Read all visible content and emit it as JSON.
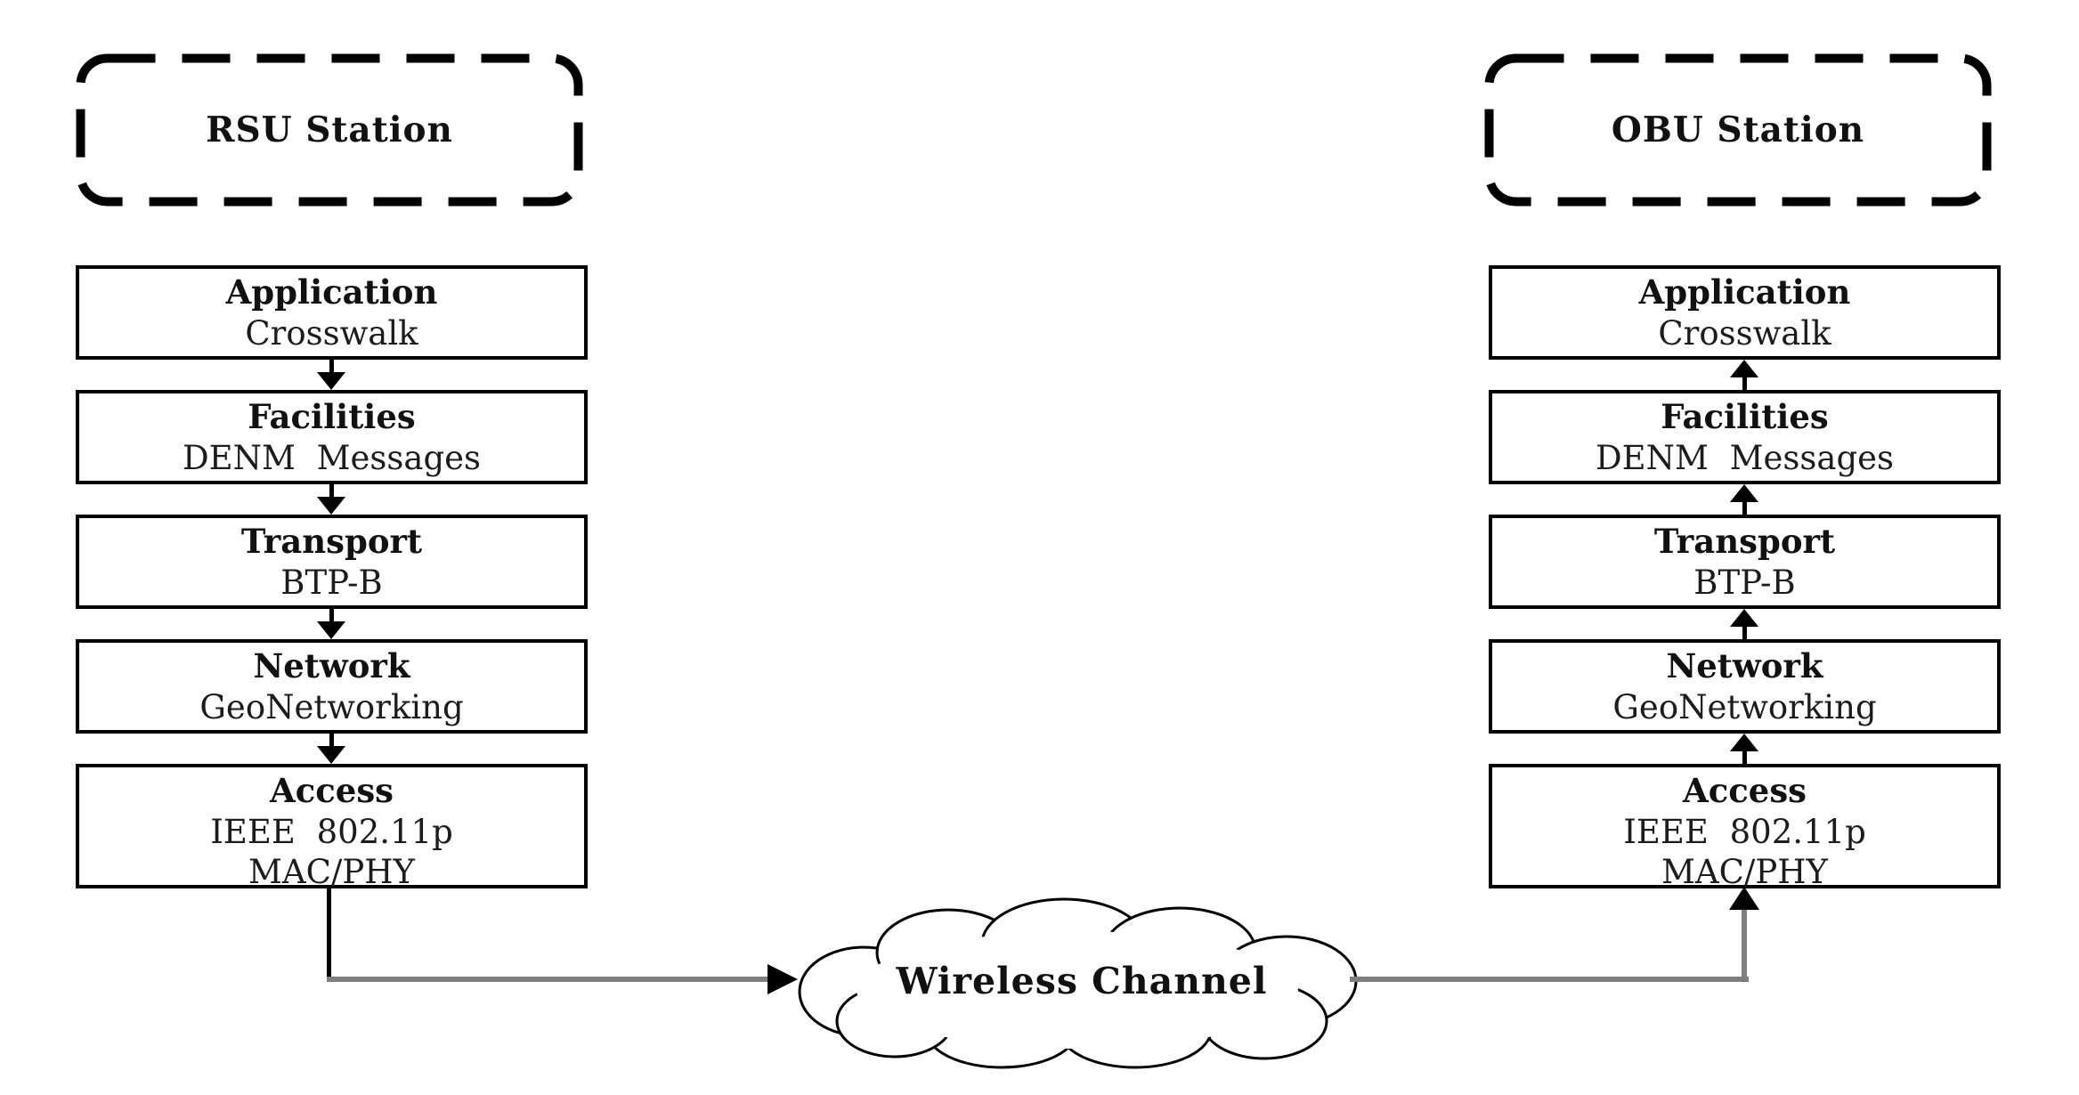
{
  "diagram": {
    "background": "#ffffff",
    "box_border_color": "#000000",
    "gray_line_color": "#7f7f7f",
    "text_color": "#111111"
  },
  "left_station": {
    "title": "RSU Station",
    "flow": "down",
    "layers": [
      {
        "name": "Application",
        "line2": "Crosswalk"
      },
      {
        "name": "Facilities",
        "line2": "DENM Messages"
      },
      {
        "name": "Transport",
        "line2": "BTP-B"
      },
      {
        "name": "Network",
        "line2": "GeoNetworking"
      },
      {
        "name": "Access",
        "line2": "IEEE 802.11p",
        "line3": "MAC/PHY"
      }
    ]
  },
  "right_station": {
    "title": "OBU Station",
    "flow": "up",
    "layers": [
      {
        "name": "Application",
        "line2": "Crosswalk"
      },
      {
        "name": "Facilities",
        "line2": "DENM Messages"
      },
      {
        "name": "Transport",
        "line2": "BTP-B"
      },
      {
        "name": "Network",
        "line2": "GeoNetworking"
      },
      {
        "name": "Access",
        "line2": "IEEE 802.11p",
        "line3": "MAC/PHY"
      }
    ]
  },
  "channel": {
    "label": "Wireless Channel"
  }
}
